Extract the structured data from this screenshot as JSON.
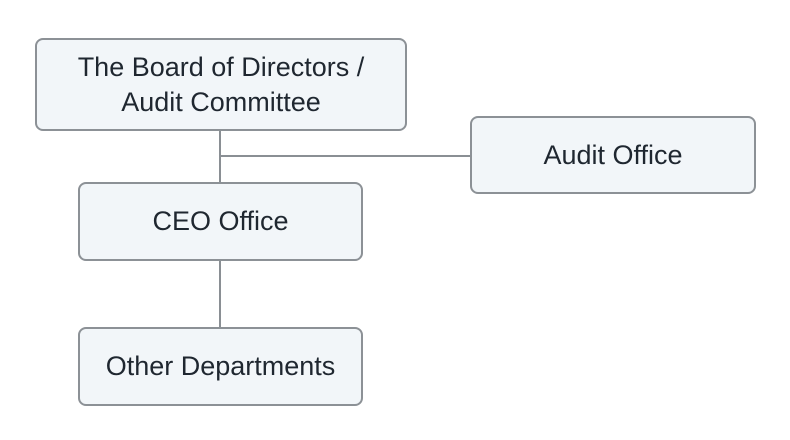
{
  "diagram": {
    "nodes": {
      "board": {
        "label": "The Board of Directors /\nAudit Committee"
      },
      "audit_office": {
        "label": "Audit Office"
      },
      "ceo_office": {
        "label": "CEO Office"
      },
      "other_departments": {
        "label": "Other Departments"
      }
    },
    "colors": {
      "node_fill": "#f2f6f9",
      "node_border": "#8c9196",
      "connector": "#8a8f94",
      "text": "#1f2730"
    }
  }
}
